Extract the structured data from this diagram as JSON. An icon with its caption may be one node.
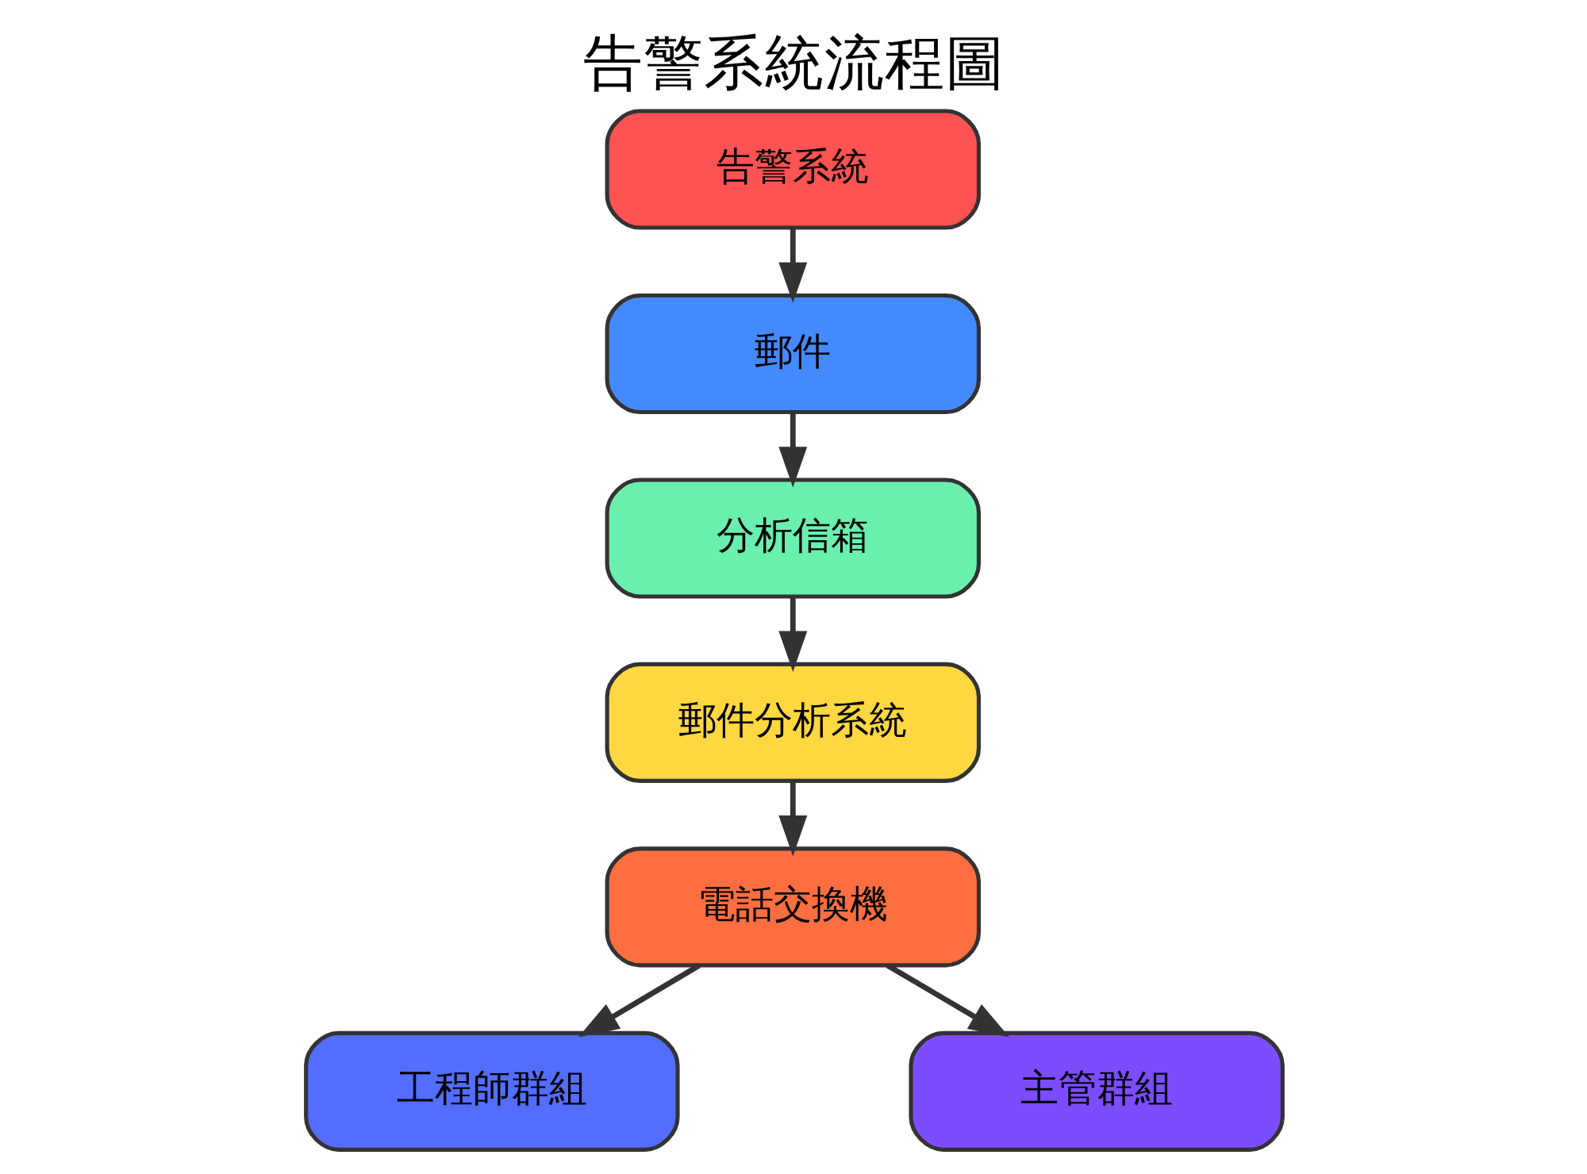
{
  "diagram": {
    "title": "告警系統流程圖",
    "nodes": [
      {
        "text": [
          "告警系統"
        ]
      },
      {
        "text": [
          "郵件"
        ]
      },
      {
        "text": [
          "分析信箱"
        ]
      },
      {
        "text": [
          "郵件分析系統"
        ]
      },
      {
        "text": [
          "電話交換機"
        ]
      },
      {
        "text": [
          "工程師群組"
        ]
      },
      {
        "text": [
          "主管群組"
        ]
      }
    ],
    "edges": [
      {
        "from": 0,
        "to": 1,
        "arrow": "to"
      },
      {
        "from": 1,
        "to": 2,
        "arrow": "to"
      },
      {
        "from": 2,
        "to": 3,
        "arrow": "to"
      },
      {
        "from": 3,
        "to": 4,
        "arrow": "to"
      },
      {
        "from": 4,
        "to": 5,
        "arrow": "to"
      },
      {
        "from": 4,
        "to": 6,
        "arrow": "to"
      }
    ]
  }
}
